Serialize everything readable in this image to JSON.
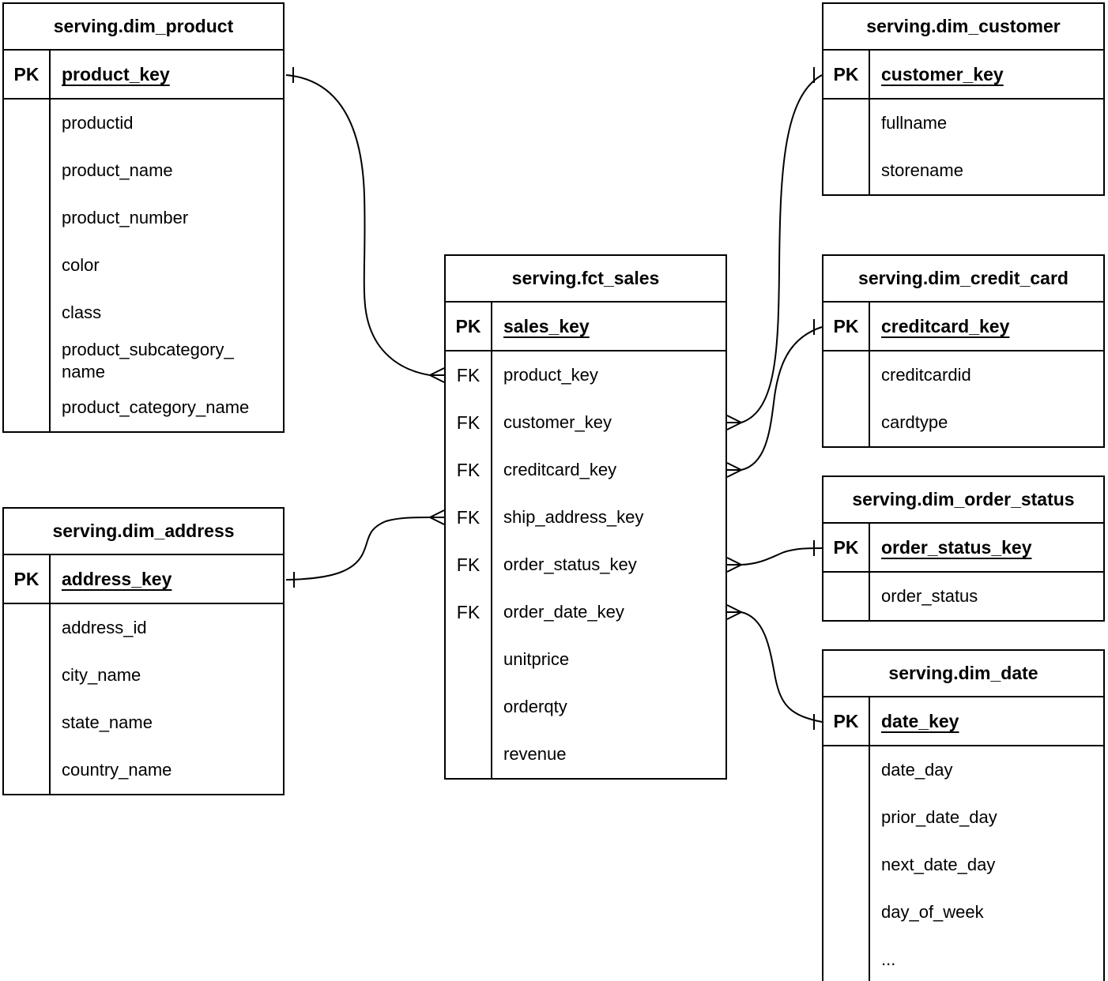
{
  "diagram_colors": {
    "background": "#ffffff",
    "line": "#000000",
    "text": "#000000"
  },
  "tables": {
    "dim_product": {
      "title": "serving.dim_product",
      "pk_row": {
        "key": "PK",
        "name": "product_key"
      },
      "fields": [
        {
          "key": "",
          "name": "productid"
        },
        {
          "key": "",
          "name": "product_name"
        },
        {
          "key": "",
          "name": "product_number"
        },
        {
          "key": "",
          "name": "color"
        },
        {
          "key": "",
          "name": "class"
        },
        {
          "key": "",
          "name": "product_subcategory_name"
        },
        {
          "key": "",
          "name": "product_category_name"
        }
      ]
    },
    "dim_address": {
      "title": "serving.dim_address",
      "pk_row": {
        "key": "PK",
        "name": "address_key"
      },
      "fields": [
        {
          "key": "",
          "name": "address_id"
        },
        {
          "key": "",
          "name": "city_name"
        },
        {
          "key": "",
          "name": "state_name"
        },
        {
          "key": "",
          "name": "country_name"
        }
      ]
    },
    "fct_sales": {
      "title": "serving.fct_sales",
      "pk_row": {
        "key": "PK",
        "name": "sales_key"
      },
      "fields": [
        {
          "key": "FK",
          "name": "product_key"
        },
        {
          "key": "FK",
          "name": "customer_key"
        },
        {
          "key": "FK",
          "name": "creditcard_key"
        },
        {
          "key": "FK",
          "name": "ship_address_key"
        },
        {
          "key": "FK",
          "name": "order_status_key"
        },
        {
          "key": "FK",
          "name": "order_date_key"
        },
        {
          "key": "",
          "name": "unitprice"
        },
        {
          "key": "",
          "name": "orderqty"
        },
        {
          "key": "",
          "name": "revenue"
        }
      ]
    },
    "dim_customer": {
      "title": "serving.dim_customer",
      "pk_row": {
        "key": "PK",
        "name": "customer_key"
      },
      "fields": [
        {
          "key": "",
          "name": "fullname"
        },
        {
          "key": "",
          "name": "storename"
        }
      ]
    },
    "dim_credit_card": {
      "title": "serving.dim_credit_card",
      "pk_row": {
        "key": "PK",
        "name": "creditcard_key"
      },
      "fields": [
        {
          "key": "",
          "name": "creditcardid"
        },
        {
          "key": "",
          "name": "cardtype"
        }
      ]
    },
    "dim_order_status": {
      "title": "serving.dim_order_status",
      "pk_row": {
        "key": "PK",
        "name": "order_status_key"
      },
      "fields": [
        {
          "key": "",
          "name": "order_status"
        }
      ]
    },
    "dim_date": {
      "title": "serving.dim_date",
      "pk_row": {
        "key": "PK",
        "name": "date_key"
      },
      "fields": [
        {
          "key": "",
          "name": "date_day"
        },
        {
          "key": "",
          "name": "prior_date_day"
        },
        {
          "key": "",
          "name": "next_date_day"
        },
        {
          "key": "",
          "name": "day_of_week"
        },
        {
          "key": "",
          "name": "..."
        }
      ]
    }
  },
  "relationships": [
    {
      "from_table": "serving.fct_sales",
      "from_field": "product_key",
      "to_table": "serving.dim_product",
      "to_field": "product_key",
      "from_cardinality": "many",
      "to_cardinality": "one"
    },
    {
      "from_table": "serving.fct_sales",
      "from_field": "customer_key",
      "to_table": "serving.dim_customer",
      "to_field": "customer_key",
      "from_cardinality": "many",
      "to_cardinality": "one"
    },
    {
      "from_table": "serving.fct_sales",
      "from_field": "creditcard_key",
      "to_table": "serving.dim_credit_card",
      "to_field": "creditcard_key",
      "from_cardinality": "many",
      "to_cardinality": "one"
    },
    {
      "from_table": "serving.fct_sales",
      "from_field": "ship_address_key",
      "to_table": "serving.dim_address",
      "to_field": "address_key",
      "from_cardinality": "many",
      "to_cardinality": "one"
    },
    {
      "from_table": "serving.fct_sales",
      "from_field": "order_status_key",
      "to_table": "serving.dim_order_status",
      "to_field": "order_status_key",
      "from_cardinality": "many",
      "to_cardinality": "one"
    },
    {
      "from_table": "serving.fct_sales",
      "from_field": "order_date_key",
      "to_table": "serving.dim_date",
      "to_field": "date_key",
      "from_cardinality": "many",
      "to_cardinality": "one"
    }
  ]
}
